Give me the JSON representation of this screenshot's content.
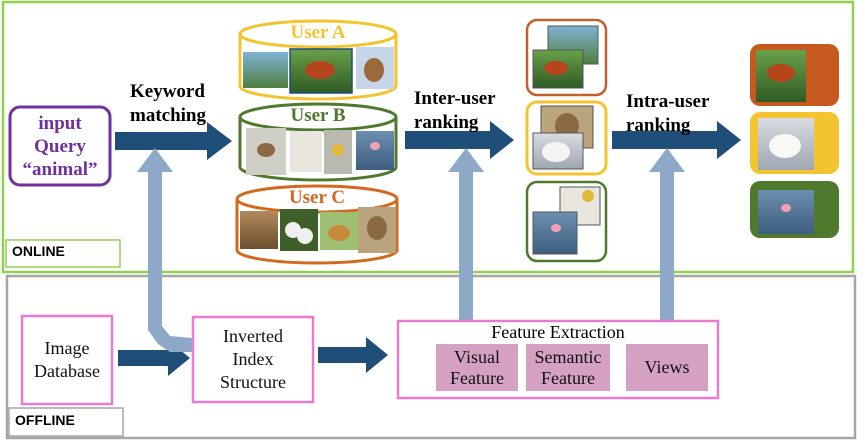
{
  "sections": {
    "online_label": "ONLINE",
    "offline_label": "OFFLINE"
  },
  "query": {
    "line1": "input",
    "line2": "Query",
    "line3": "“animal”"
  },
  "steps": {
    "keyword_line1": "Keyword",
    "keyword_line2": "matching",
    "inter_line1": "Inter-user",
    "inter_line2": "ranking",
    "intra_line1": "Intra-user",
    "intra_line2": "ranking"
  },
  "users": [
    {
      "label": "User A",
      "color": "#f4c430"
    },
    {
      "label": "User B",
      "color": "#4f7a2e"
    },
    {
      "label": "User C",
      "color": "#d2691e"
    }
  ],
  "offline": {
    "image_db_line1": "Image",
    "image_db_line2": "Database",
    "index_line1": "Inverted",
    "index_line2": "Index",
    "index_line3": "Structure",
    "feature_title": "Feature Extraction",
    "features": [
      {
        "line1": "Visual",
        "line2": "Feature"
      },
      {
        "line1": "Semantic",
        "line2": "Feature"
      },
      {
        "line1": "Views",
        "line2": ""
      }
    ]
  },
  "colors": {
    "online_border": "#92d050",
    "offline_border": "#a6a6a6",
    "arrow_dark": "#1f4e79",
    "arrow_light": "#8ea9c8",
    "query_purple": "#7030a0",
    "pink": "#e87ad0",
    "feature_fill": "#d4a1c3"
  }
}
